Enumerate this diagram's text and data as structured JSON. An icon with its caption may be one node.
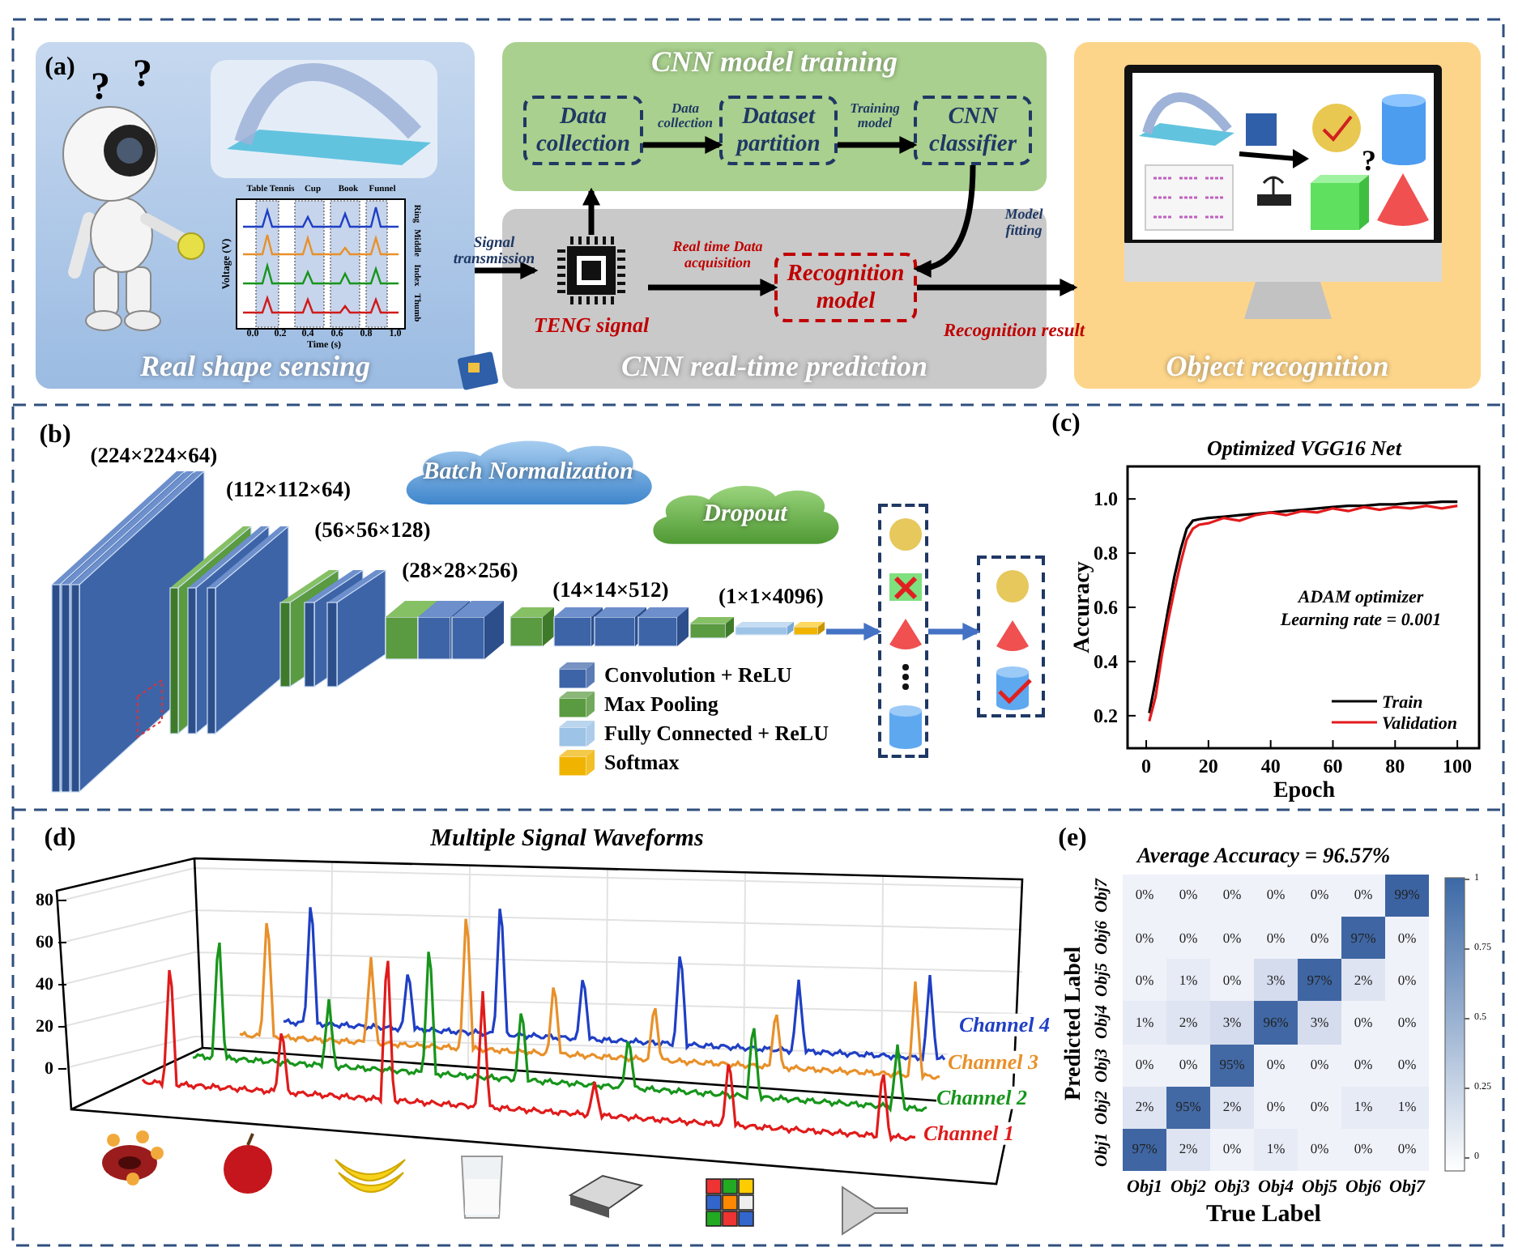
{
  "diagram": {
    "nodes": [
      {
        "text": [
          "Real shape sensing"
        ]
      },
      {
        "text": [
          "CNN model training"
        ]
      },
      {
        "text": [
          "Data collection"
        ],
        "in": 1
      },
      {
        "text": [
          "Dataset partition"
        ],
        "in": 1
      },
      {
        "text": [
          "CNN classifier"
        ],
        "in": 1
      },
      {
        "text": [
          "CNN real-time prediction"
        ]
      },
      {
        "text": [
          "TENG signal"
        ],
        "in": 5
      },
      {
        "text": [
          "Recognition model"
        ],
        "in": 5
      },
      {
        "text": [
          "Object recognition"
        ]
      },
      {
        "text": [
          "Batch Normalization"
        ]
      },
      {
        "text": [
          "Dropout"
        ]
      },
      {
        "text": [],
        "shape": "box"
      },
      {
        "text": [],
        "shape": "box"
      },
      {
        "text": [],
        "shape": "picture"
      }
    ],
    "edges": [
      {
        "from": 0,
        "to": 6,
        "arrow": "to",
        "label": "Signal transmission"
      },
      {
        "from": 6,
        "to": 1,
        "arrow": "to"
      },
      {
        "from": 2,
        "to": 3,
        "arrow": "to",
        "label": "Data collection"
      },
      {
        "from": 3,
        "to": 4,
        "arrow": "to",
        "label": "Training model"
      },
      {
        "from": 4,
        "to": 7,
        "arrow": "to",
        "label": "Model fitting"
      },
      {
        "from": 6,
        "to": 7,
        "arrow": "to",
        "label": "Real time Data acquisition"
      },
      {
        "from": 7,
        "to": 8,
        "arrow": "to",
        "label": "Recognition result"
      },
      {
        "from": 13,
        "to": 11,
        "arrow": "to",
        "color": "#4472c4"
      },
      {
        "from": 11,
        "to": 12,
        "arrow": "to",
        "color": "#4472c4"
      }
    ],
    "labels": [
      "(a)",
      "?",
      "?",
      "Table Tennis",
      "Cup",
      "Book",
      "Funnel",
      "Voltage (V)",
      "Ring",
      "Middle",
      "Index",
      "Thumb",
      "0.0",
      "0.2",
      "0.4",
      "0.6",
      "0.8",
      "1.0",
      "Time (s)",
      "?",
      "(b)",
      "(224×224×64)",
      "(112×112×64)",
      "(56×56×128)",
      "(28×28×256)",
      "(14×14×512)",
      "(1×1×4096)",
      "(c)",
      "(d)",
      "Multiple Signal Waveforms",
      "80",
      "60",
      "40",
      "20",
      "0",
      "Channel 4",
      "Channel 3",
      "Channel 2",
      "Channel 1",
      "(e)",
      "Average Accuracy = 96.57%",
      "Predicted Label",
      "Obj7",
      "0%",
      "0%",
      "0%",
      "0%",
      "0%",
      "0%",
      "99%",
      "Obj6",
      "0%",
      "0%",
      "0%",
      "0%",
      "0%",
      "97%",
      "0%",
      "Obj5",
      "0%",
      "1%",
      "0%",
      "3%",
      "97%",
      "2%",
      "0%",
      "Obj4",
      "1%",
      "2%",
      "3%",
      "96%",
      "3%",
      "0%",
      "0%",
      "Obj3",
      "0%",
      "0%",
      "95%",
      "0%",
      "0%",
      "0%",
      "0%",
      "Obj2",
      "2%",
      "95%",
      "2%",
      "0%",
      "0%",
      "1%",
      "1%",
      "Obj1",
      "97%",
      "2%",
      "0%",
      "1%",
      "0%",
      "0%",
      "0%",
      "Obj1",
      "Obj2",
      "Obj3",
      "Obj4",
      "Obj5",
      "Obj6",
      "Obj7",
      "True Label",
      "1",
      "0.75",
      "0.5",
      "0.25",
      "0"
    ],
    "legend": [
      {
        "text": "Convolution + ReLU",
        "color": "#3e64a8"
      },
      {
        "text": "Max Pooling",
        "color": "#5a9a40"
      },
      {
        "text": "Fully Connected + ReLU",
        "color": "#9dc3e6"
      },
      {
        "text": "Softmax",
        "color": "#f0b400"
      }
    ],
    "chart_data": {
      "type": "line",
      "title": "Optimized VGG16 Net",
      "xlabel": "Epoch",
      "ylabel": "Accuracy",
      "x": [
        1,
        3,
        5,
        7,
        9,
        11,
        13,
        15,
        17,
        20,
        25,
        30,
        35,
        40,
        45,
        50,
        55,
        60,
        65,
        70,
        75,
        80,
        85,
        90,
        95,
        100
      ],
      "series": [
        {
          "name": "Train",
          "color": "#000000",
          "values": [
            0.21,
            0.33,
            0.46,
            0.59,
            0.71,
            0.81,
            0.89,
            0.92,
            0.925,
            0.93,
            0.935,
            0.94,
            0.945,
            0.95,
            0.955,
            0.96,
            0.965,
            0.97,
            0.975,
            0.975,
            0.98,
            0.98,
            0.985,
            0.985,
            0.99,
            0.99
          ]
        },
        {
          "name": "Validation",
          "color": "#e31a1c",
          "values": [
            0.18,
            0.27,
            0.42,
            0.55,
            0.66,
            0.76,
            0.85,
            0.89,
            0.905,
            0.91,
            0.93,
            0.92,
            0.94,
            0.95,
            0.94,
            0.955,
            0.95,
            0.965,
            0.955,
            0.97,
            0.96,
            0.97,
            0.965,
            0.975,
            0.965,
            0.975
          ]
        }
      ],
      "xlim": [
        -6,
        107
      ],
      "ylim": [
        0.08,
        1.12
      ],
      "xticks": [
        0,
        20,
        40,
        60,
        80,
        100
      ],
      "yticks": [
        0.2,
        0.4,
        0.6,
        0.8,
        {
          "value": 1,
          "label": "1.0"
        }
      ],
      "legend": true,
      "annotations": [
        "ADAM optimizer",
        "Learning rate = 0.001"
      ]
    }
  }
}
